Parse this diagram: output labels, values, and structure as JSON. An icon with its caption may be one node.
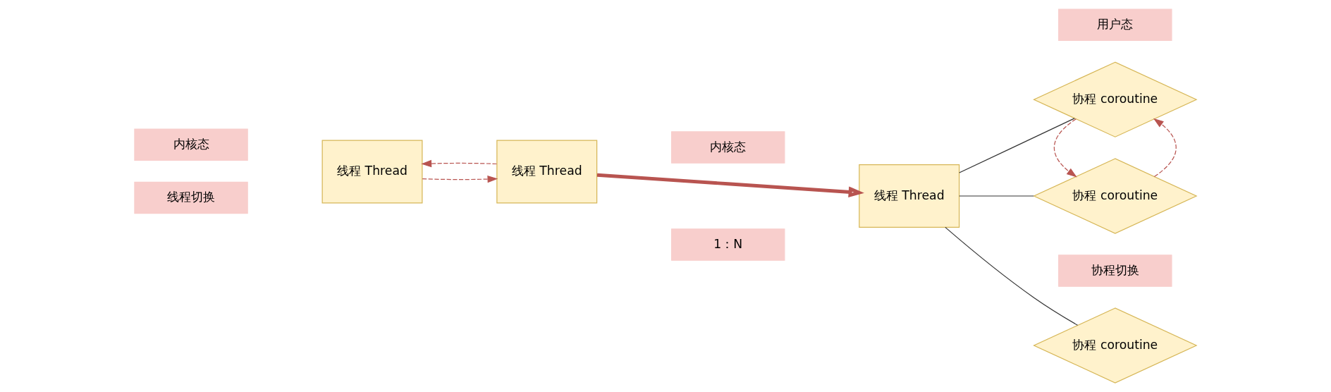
{
  "diagram": {
    "nodes": [
      {
        "text": [
          "内核态"
        ]
      },
      {
        "text": [
          "线程 Thread"
        ]
      },
      {
        "text": [
          "线程 Thread"
        ]
      },
      {
        "text": [
          "线程切换"
        ]
      },
      {
        "text": [
          "内核态"
        ]
      },
      {
        "text": [
          "线程 Thread"
        ]
      },
      {
        "text": [
          "用户态"
        ]
      },
      {
        "text": [
          "协程 coroutine"
        ]
      },
      {
        "text": [
          "协程切换"
        ]
      },
      {
        "text": [
          "协程 coroutine"
        ]
      },
      {
        "text": [
          "协程 coroutine"
        ]
      },
      {
        "text": [
          "1：N"
        ]
      }
    ],
    "edges": [
      {
        "from": 1,
        "to": 2,
        "arrow": "to",
        "style": "dashed",
        "color": "#b85450"
      },
      {
        "from": 2,
        "to": 1,
        "arrow": "to",
        "style": "dashed",
        "color": "#b85450"
      },
      {
        "from": 2,
        "to": 5,
        "arrow": "to",
        "style": "thick",
        "color": "#b85450"
      },
      {
        "from": 5,
        "to": 7,
        "arrow": "none",
        "color": "#333333"
      },
      {
        "from": 5,
        "to": 9,
        "arrow": "none",
        "color": "#333333"
      },
      {
        "from": 5,
        "to": 10,
        "arrow": "none",
        "color": "#333333"
      },
      {
        "from": 9,
        "to": 7,
        "arrow": "to",
        "style": "dashed",
        "color": "#b85450"
      },
      {
        "from": 7,
        "to": 9,
        "arrow": "to",
        "style": "dashed",
        "color": "#b85450"
      }
    ]
  }
}
